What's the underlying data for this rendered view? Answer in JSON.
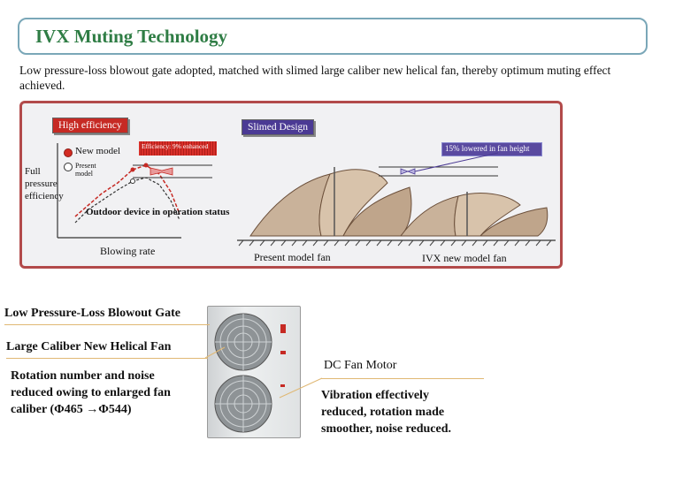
{
  "title": "IVX Muting Technology",
  "intro": "Low pressure-loss blowout gate adopted, matched with slimed large caliber new helical fan, thereby optimum muting effect achieved.",
  "panel": {
    "high_efficiency_tag": "High efficiency",
    "slimed_design_tag": "Slimed Design",
    "efficiency_note": "Efficiency: 9% enhanced",
    "height_note": "15% lowered in fan height",
    "legend_new": "New model",
    "legend_present": "Present model",
    "ylabel": "Full pressure efficiency",
    "annotation": "Outdoor device in operation status",
    "xlabel": "Blowing rate",
    "present_fan_label": "Present model fan",
    "new_fan_label": "IVX new model fan"
  },
  "features": {
    "gate": "Low Pressure-Loss Blowout Gate",
    "fan": "Large Caliber New Helical Fan",
    "fan_desc_1": "Rotation number and noise",
    "fan_desc_2": "reduced owing to enlarged fan",
    "fan_desc_3": "caliber (Φ465 →Φ544)",
    "motor": "DC Fan Motor",
    "motor_desc_1": "Vibration effectively",
    "motor_desc_2": "reduced, rotation made",
    "motor_desc_3": "smoother, noise reduced."
  },
  "colors": {
    "title_green": "#2f7d45",
    "panel_border": "#b24a4a",
    "tag_red": "#c62a24",
    "tag_purple": "#4b3a94",
    "callout_line": "#e0b874"
  },
  "icons": {
    "new_model_marker": "red-dot-icon",
    "present_model_marker": "hollow-dot-icon"
  }
}
